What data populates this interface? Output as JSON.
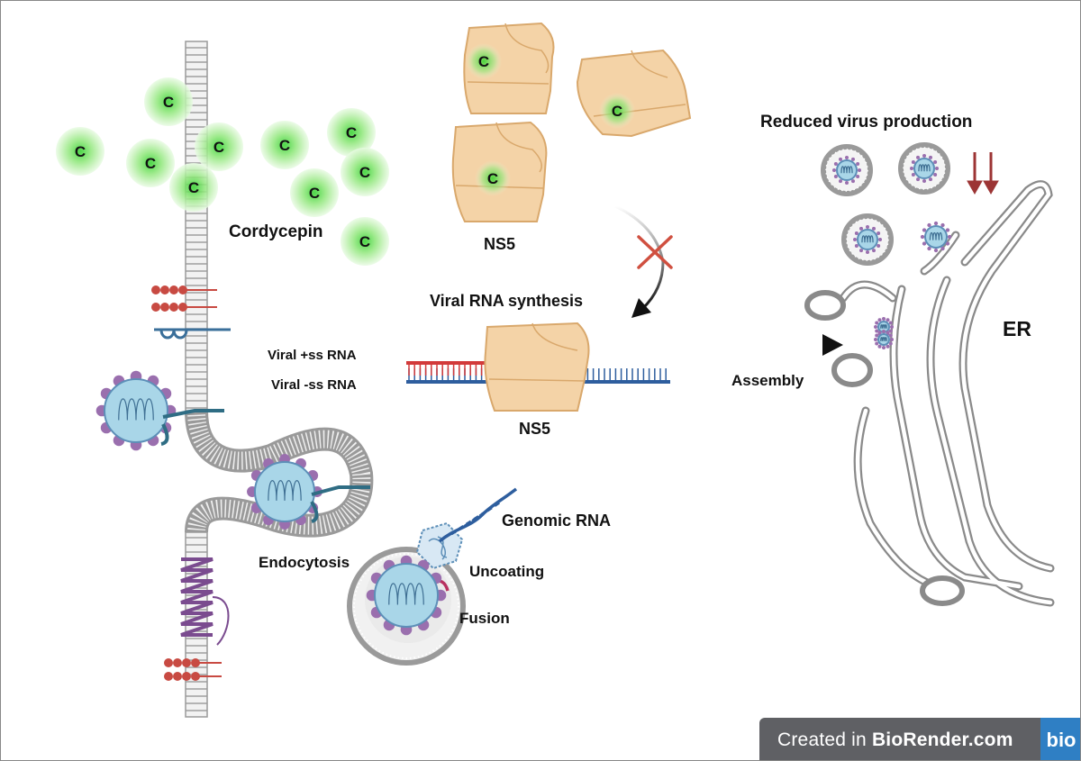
{
  "labels": {
    "cordycepin": "Cordycepin",
    "ns5_top": "NS5",
    "ns5_bottom": "NS5",
    "viral_rna_synthesis": "Viral RNA synthesis",
    "viral_plus_rna": "Viral +ss RNA",
    "viral_minus_rna": "Viral -ss RNA",
    "assembly": "Assembly",
    "reduced_virus_production": "Reduced virus production",
    "er": "ER",
    "endocytosis": "Endocytosis",
    "genomic_rna": "Genomic RNA",
    "uncoating": "Uncoating",
    "fusion": "Fusion"
  },
  "cordycepin_letter": "C",
  "watermark": {
    "prefix": "Created in ",
    "brand": "BioRender.com",
    "logo": "bio"
  },
  "colors": {
    "cordycepin_glow": "#7ee06a",
    "protein": "#f4d3a7",
    "protein_stroke": "#d9a86c",
    "plus_strand": "#d23a3a",
    "minus_strand": "#2e5e9e",
    "block_x": "#d05040",
    "reduced_arrows": "#9c3434",
    "membrane": "#8a8a8a",
    "virion": "#a9d6e8"
  }
}
